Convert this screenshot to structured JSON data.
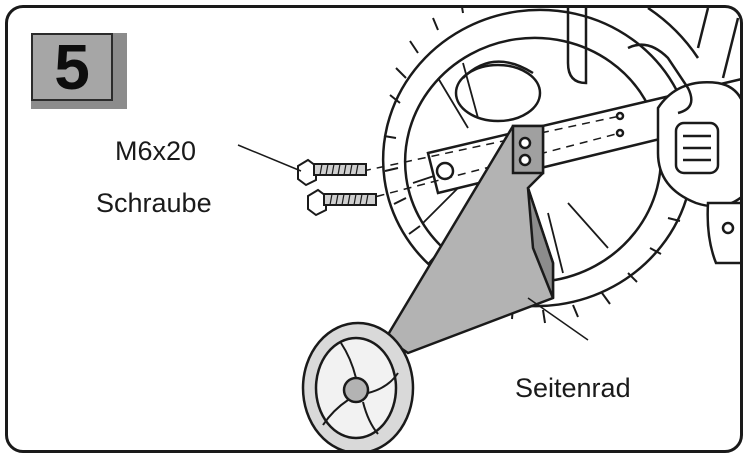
{
  "step": {
    "number": "5"
  },
  "labels": {
    "screw_size": "M6x20",
    "screw_name": "Schraube",
    "part_name": "Seitenrad"
  },
  "colors": {
    "frame": "#1a1a1a",
    "badge_fill": "#a6a6a6",
    "badge_shadow": "#8c8c8c",
    "part_fill": "#b3b3b3",
    "line_art": "#1a1a1a"
  }
}
